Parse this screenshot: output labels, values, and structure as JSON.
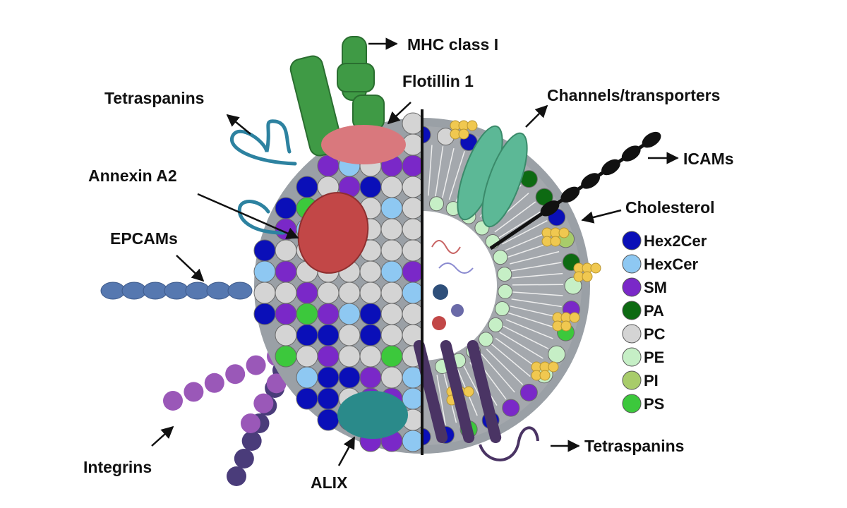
{
  "labels": {
    "mhc": "MHC class I",
    "flotillin": "Flotillin 1",
    "tetraspanins_top": "Tetraspanins",
    "channels": "Channels/transporters",
    "icams": "ICAMs",
    "annexin": "Annexin A2",
    "cholesterol": "Cholesterol",
    "epcams": "EPCAMs",
    "integrins": "Integrins",
    "alix": "ALIX",
    "tetraspanins_bottom": "Tetraspanins"
  },
  "legend": [
    {
      "label": "Hex2Cer",
      "color": "#0a0fb8"
    },
    {
      "label": "HexCer",
      "color": "#8ec8f2"
    },
    {
      "label": "SM",
      "color": "#7a28c8"
    },
    {
      "label": "PA",
      "color": "#0d6a12"
    },
    {
      "label": "PC",
      "color": "#d4d4d4"
    },
    {
      "label": "PE",
      "color": "#c6efc6"
    },
    {
      "label": "PI",
      "color": "#a8cc6a"
    },
    {
      "label": "PS",
      "color": "#3cc83c"
    }
  ],
  "colors": {
    "mhc": "#3f9a45",
    "annexin": "#c24747",
    "flotillin": "#d9787d",
    "alix": "#2a8a8a",
    "epcam": "#5678b0",
    "integrin_dark": "#4a3c7a",
    "integrin_light": "#9a58b8",
    "tetraspanin_top": "#2d82a0",
    "tetraspanin_bottom": "#4a3464",
    "channel": "#5cb896",
    "cholesterol": "#f0c850",
    "core": "#9aa0a6"
  }
}
